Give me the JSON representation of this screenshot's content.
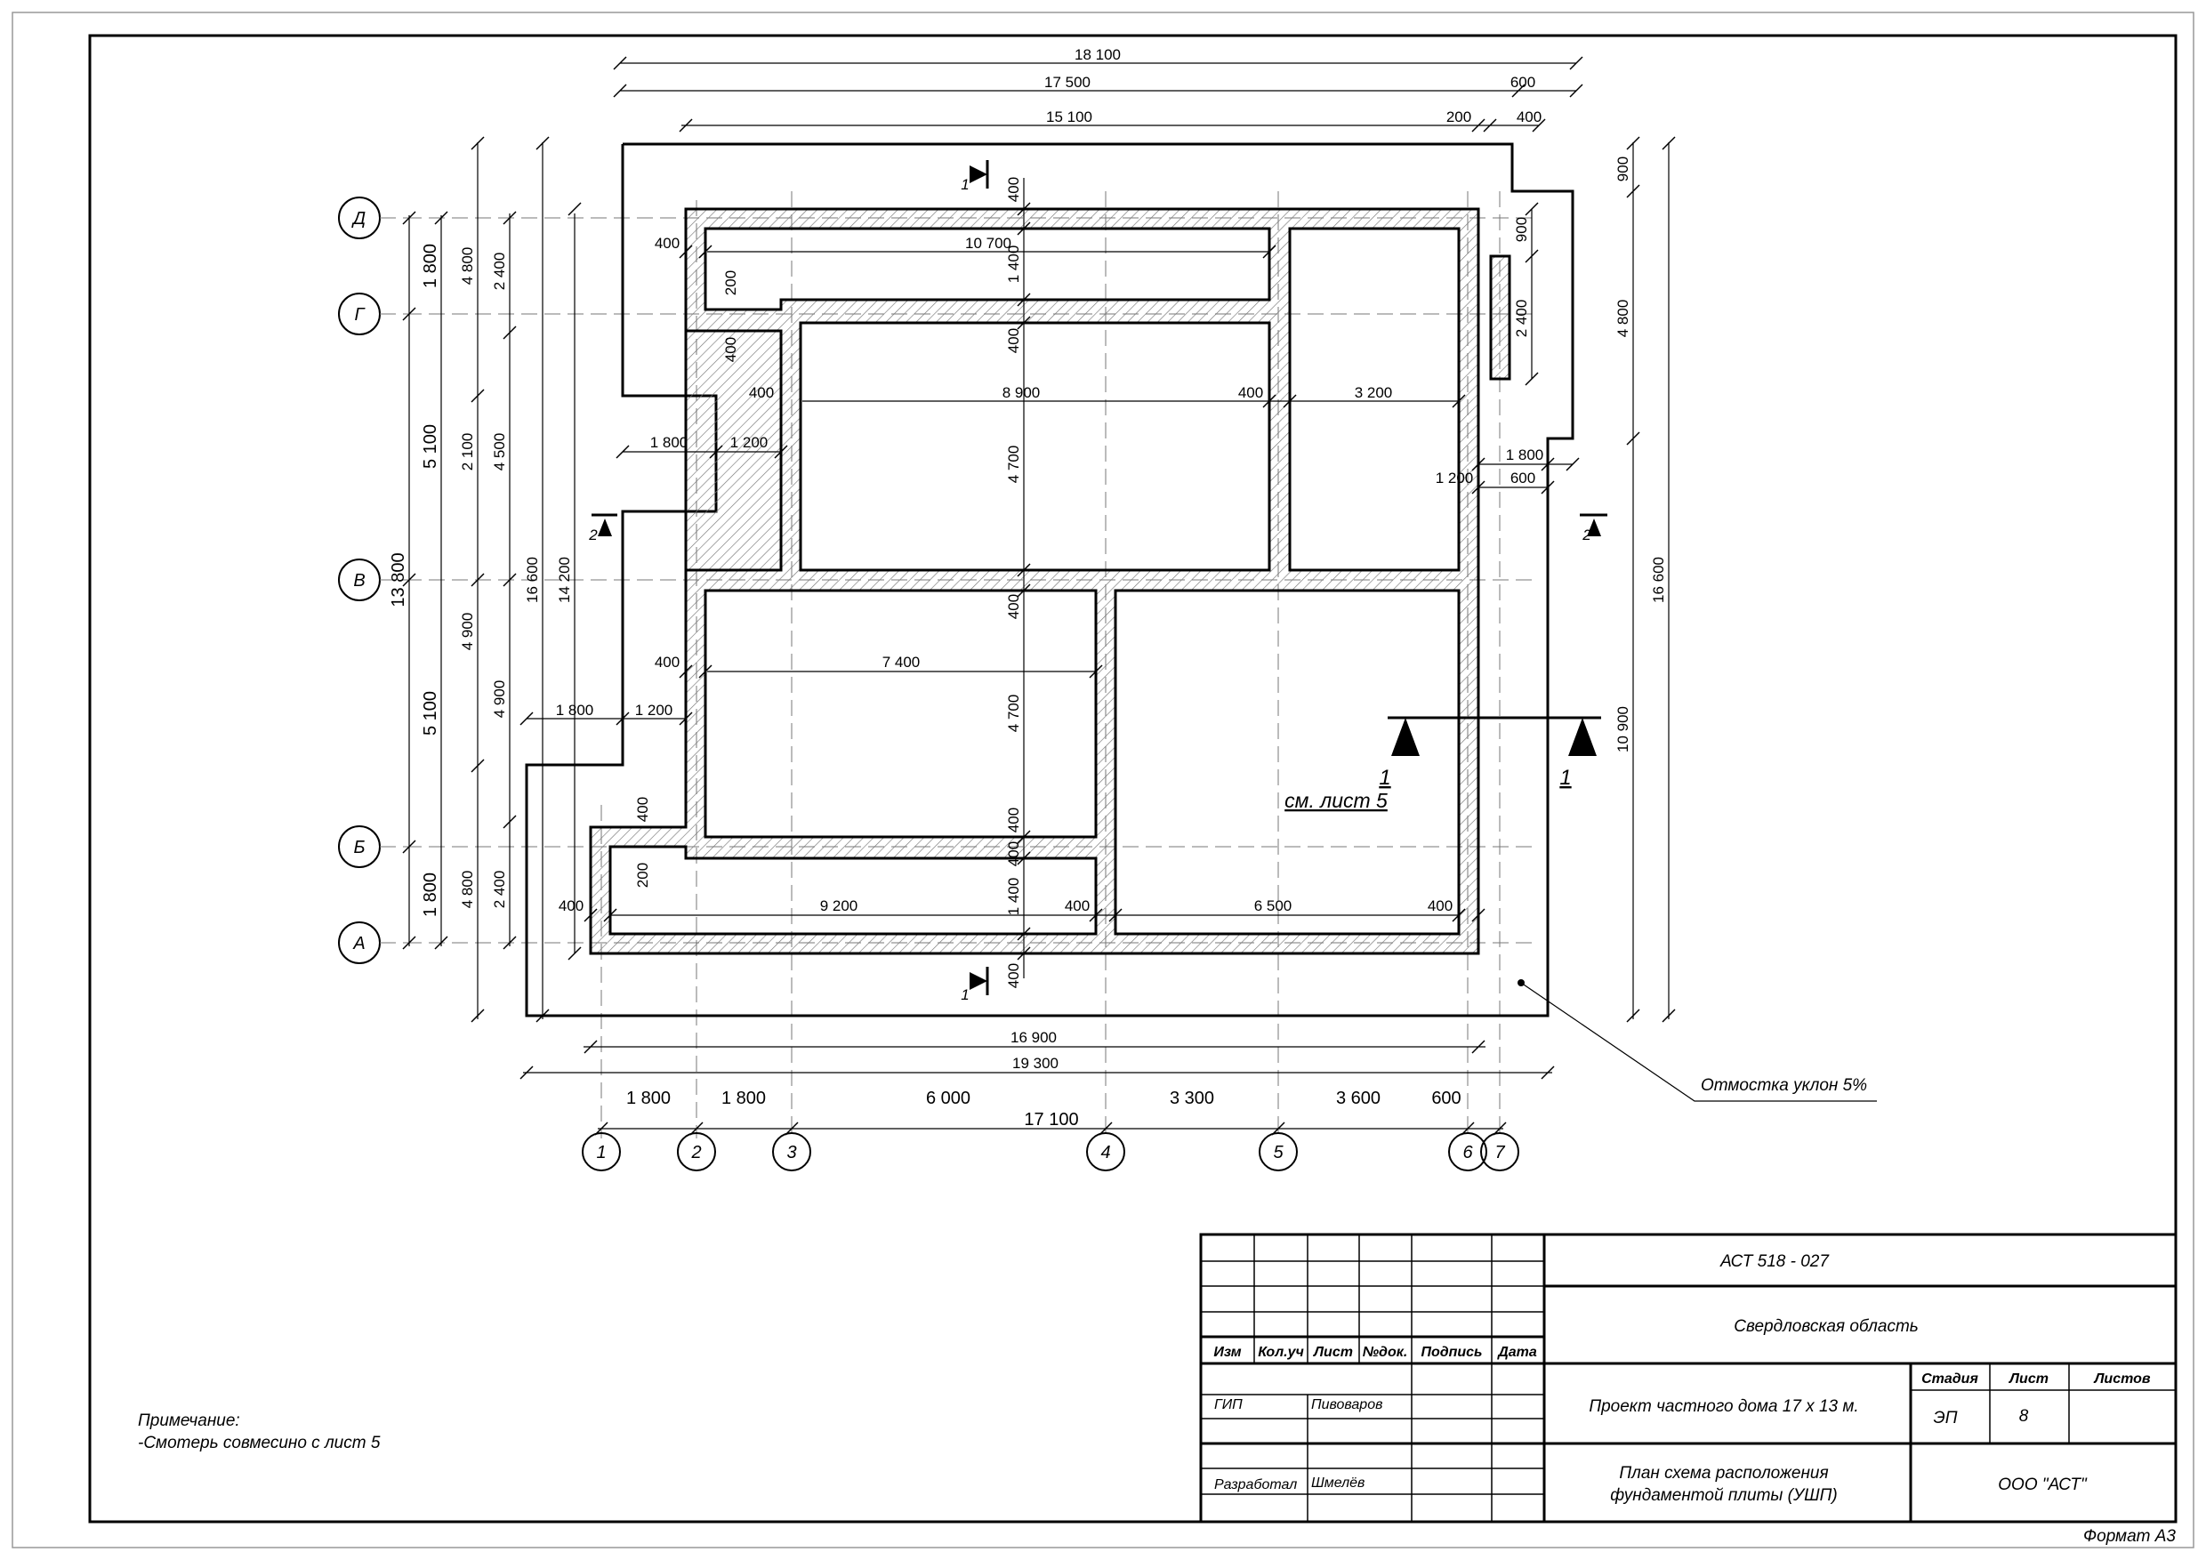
{
  "overall_dims": {
    "top_18100": "18 100",
    "top_17500": "17 500",
    "top_600": "600",
    "top_15100": "15 100",
    "top_200": "200",
    "top_400": "400",
    "bottom_16900": "16 900",
    "bottom_19300": "19 300",
    "bottom_17100": "17 100"
  },
  "bottom_spacing": [
    "1 800",
    "1 800",
    "6 000",
    "3 300",
    "3 600",
    "600"
  ],
  "column_axes": [
    "1",
    "2",
    "3",
    "4",
    "5",
    "6",
    "7"
  ],
  "row_axes": [
    "Д",
    "Г",
    "В",
    "Б",
    "А"
  ],
  "left_dims": {
    "a1800_top": "1 800",
    "a5100_top": "5 100",
    "a5100_bot": "5 100",
    "a1800_bot": "1 800",
    "a13800": "13 800",
    "b4800_top": "4 800",
    "b2100": "2 100",
    "b4900": "4 900",
    "b4800_bot": "4 800",
    "c2400_top": "2 400",
    "c4500": "4 500",
    "c4900": "4 900",
    "c2400_bot": "2 400",
    "d16600": "16 600",
    "e14200": "14 200"
  },
  "right_dims": {
    "r900": "900",
    "r4800": "4 800",
    "r16600": "16 600",
    "r10900": "10 900",
    "step_1800": "1 800",
    "step_1200": "1 200",
    "step_600": "600",
    "vent_900": "900",
    "vent_2400": "2 400"
  },
  "interior_dims": {
    "w400_a": "400",
    "w10700": "10 700",
    "w1400_top": "1 400",
    "v400_top": "400",
    "v200_left": "200",
    "v400_left": "400",
    "w400_b": "400",
    "w8900": "8 900",
    "w400_c": "400",
    "w3200": "3 200",
    "step1800_l": "1 800",
    "step1200_l": "1 200",
    "v4700_top": "4 700",
    "v400_mid": "400",
    "w400_d": "400",
    "w7400": "7 400",
    "step1800_l2": "1 800",
    "step1200_l2": "1 200",
    "v4700_bot": "4 700",
    "v400_bot": "400",
    "v400_b2": "400",
    "v200_b2": "200",
    "w400_e": "400",
    "w9200": "9 200",
    "w400_f": "400",
    "w6500": "6 500",
    "w400_g": "400",
    "v1400_bot": "1 400",
    "v400_bottom": "400"
  },
  "section_marks": {
    "s1": "1",
    "s2": "2",
    "section_main": "1",
    "ref_label": "см. лист 5"
  },
  "callout": "Отмостка уклон 5%",
  "note": {
    "title": "Примечание:",
    "text": "-Смотерь совмесино с лист 5"
  },
  "title_block": {
    "code": "АСТ 518 - 027",
    "region": "Свердловская область",
    "project": "Проект частного дома 17 х 13 м.",
    "sheet_title_1": "План схема расположения",
    "sheet_title_2": "фундаментой плиты (УШП)",
    "headers": [
      "Изм",
      "Кол.уч",
      "Лист",
      "№док.",
      "Подпись",
      "Дата"
    ],
    "stage_header": "Стадия",
    "sheet_header": "Лист",
    "sheets_header": "Листов",
    "stage": "ЭП",
    "sheet": "8",
    "company": "ООО \"АСТ\"",
    "gip_role": "ГИП",
    "gip_name": "Пивоваров",
    "dev_role": "Разработал",
    "dev_name": "Шмелёв"
  },
  "format": "Формат А3"
}
